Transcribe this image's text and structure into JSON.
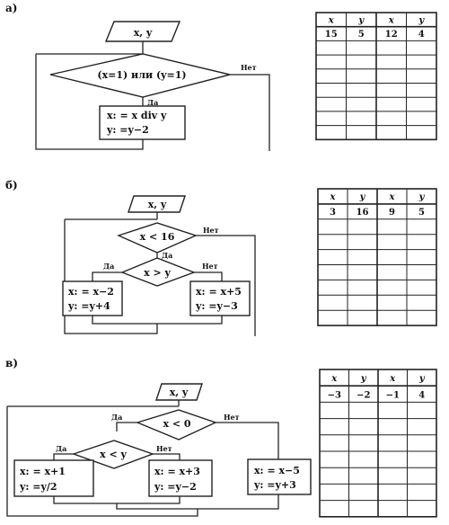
{
  "a": {
    "label": "а)",
    "input": "x, y",
    "condition": "(x=1) или (y=1)",
    "yes": "Да",
    "no": "Нет",
    "assign1": "x: = x div y",
    "assign2": "y: =y−2",
    "table": {
      "headers": [
        "x",
        "y",
        "x",
        "y"
      ],
      "values": [
        "15",
        "5",
        "12",
        "4"
      ]
    }
  },
  "b": {
    "label": "б)",
    "input": "x, y",
    "cond1": "x < 16",
    "cond2": "x > y",
    "yes1": "Да",
    "no1": "Нет",
    "yes2": "Да",
    "no2": "Нет",
    "left1": "x: = x−2",
    "left2": "y: =y+4",
    "right1": "x: = x+5",
    "right2": "y: =y−3",
    "table": {
      "headers": [
        "x",
        "y",
        "x",
        "y"
      ],
      "values": [
        "3",
        "16",
        "9",
        "5"
      ]
    }
  },
  "c": {
    "label": "в)",
    "input": "x, y",
    "cond1": "x < 0",
    "cond2": "x < y",
    "yes1": "Да",
    "no1": "Нет",
    "yes2": "Да",
    "no2": "Нет",
    "left1": "x: = x+1",
    "left2": "y: =y/2",
    "mid1": "x: = x+3",
    "mid2": "y: =y−2",
    "right1": "x: = x−5",
    "right2": "y: =y+3",
    "table": {
      "headers": [
        "x",
        "y",
        "x",
        "y"
      ],
      "values": [
        "−3",
        "−2",
        "−1",
        "4"
      ]
    }
  }
}
